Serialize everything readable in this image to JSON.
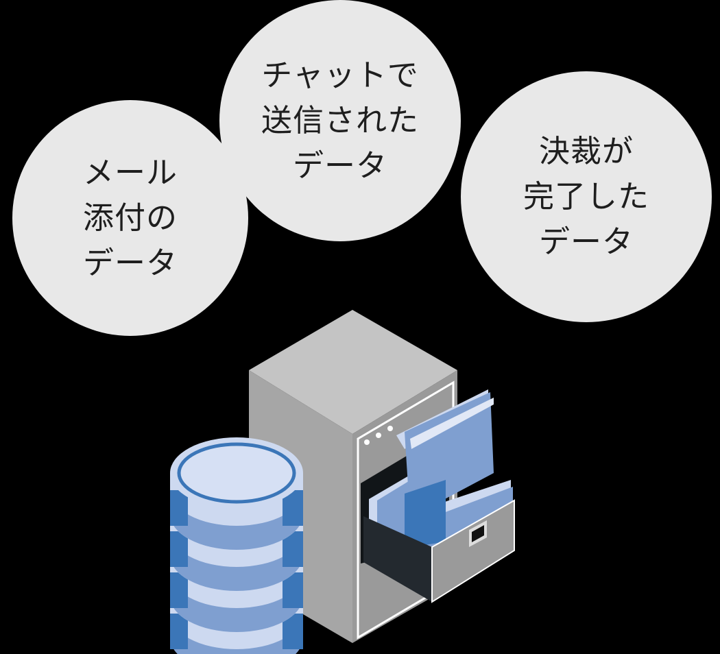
{
  "bubbles": [
    {
      "lines": [
        "メール",
        "添付の",
        "データ"
      ]
    },
    {
      "lines": [
        "チャットで",
        "送信された",
        "データ"
      ]
    },
    {
      "lines": [
        "決裁が",
        "完了した",
        "データ"
      ]
    }
  ],
  "colors": {
    "background": "#000000",
    "bubble": "#e8e8e8",
    "cabinet_light": "#c4c4c4",
    "cabinet_mid": "#a6a6a6",
    "cabinet_dark": "#8c8c8c",
    "blue_dark": "#3b76b8",
    "blue_mid": "#7f9fd0",
    "blue_light": "#cdd9f0"
  }
}
